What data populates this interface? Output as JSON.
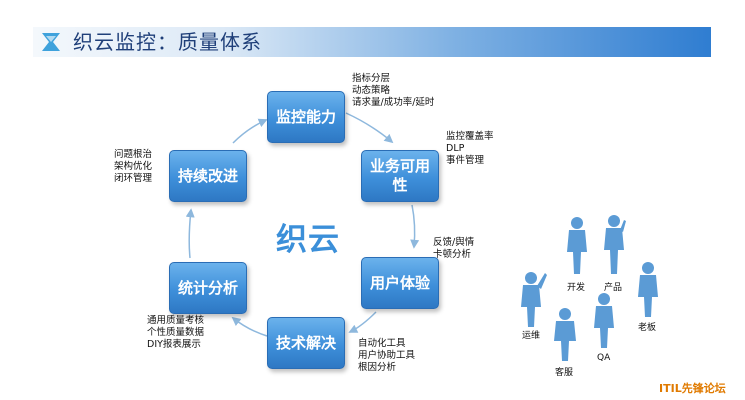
{
  "title": "织云监控：质量体系",
  "center_label": "织云",
  "nodes": {
    "monitor": "监控能力",
    "business": "业务可用性",
    "experience": "用户体验",
    "solution": "技术解决",
    "stats": "统计分析",
    "improve": "持续改进"
  },
  "notes": {
    "monitor": "指标分层\n动态策略\n请求量/成功率/延时",
    "business": "监控覆盖率\nDLP\n事件管理",
    "experience": "反馈/舆情\n卡顿分析",
    "solution": "自动化工具\n用户协助工具\n根因分析",
    "stats": "通用质量考核\n个性质量数据\nDIY报表展示",
    "improve": "问题根治\n架构优化\n闭环管理"
  },
  "people": [
    "开发",
    "产品",
    "运维",
    "老板",
    "客服",
    "QA"
  ],
  "watermark": "ITIL先锋论坛",
  "colors": {
    "box": "#3e8fda",
    "title_text": "#1f3f79",
    "person": "#5b9bd5",
    "watermark": "#e07a00"
  }
}
